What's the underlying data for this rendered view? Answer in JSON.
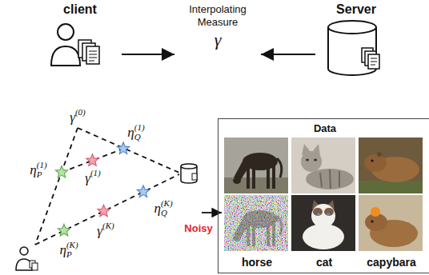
{
  "diagram": {
    "nodes": [
      {
        "text": [
          "client"
        ]
      },
      {
        "text": [
          "Interpolating Measure",
          "γ"
        ]
      },
      {
        "text": [
          "Server"
        ]
      },
      {
        "text": [
          "Data",
          "horse",
          "cat",
          "capybara"
        ]
      }
    ],
    "edges": [
      {
        "from": 0,
        "to": 1,
        "arrow": "to"
      },
      {
        "from": 2,
        "to": 1,
        "arrow": "to"
      }
    ],
    "labels": [
      "γ(0)",
      "ηQ(1)",
      "ηP(1)",
      "γ(1)",
      "γ(K)",
      "ηP(K)",
      "ηQ(K)",
      "Noisy"
    ]
  }
}
